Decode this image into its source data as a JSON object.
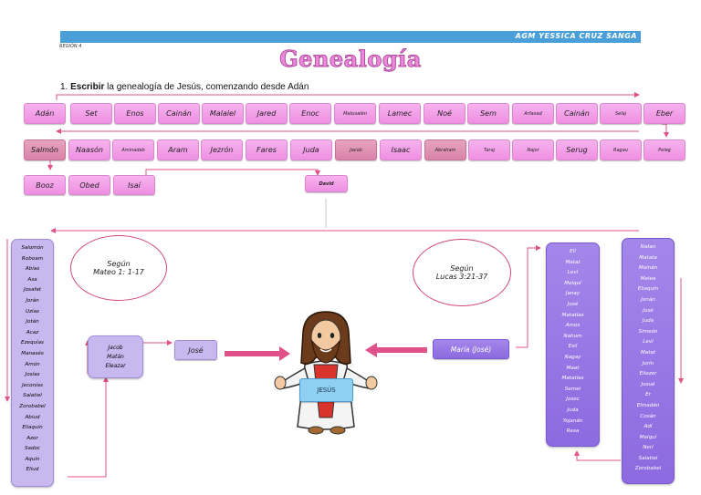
{
  "header": {
    "author": "AGM YESSICA CRUZ SANGA",
    "region": "REGIÓN 4"
  },
  "title": "Genealogía",
  "instruction": {
    "number": "1.",
    "bold": "Escribir",
    "rest": " la genealogía de Jesús, comenzando desde Adán"
  },
  "row1": [
    "Adán",
    "Set",
    "Enos",
    "Cainán",
    "Malalel",
    "Jared",
    "Enoc",
    "Matusalén",
    "Lamec",
    "Noé",
    "Sem",
    "Arfaxad",
    "Cainán",
    "Selaj",
    "Eber"
  ],
  "row2": [
    "Salmón",
    "Naasón",
    "Aminadab",
    "Aram",
    "Jezrón",
    "Fares",
    "Juda",
    "Jacob",
    "Isaac",
    "Abraham",
    "Taraj",
    "Najor",
    "Serug",
    "Ragau",
    "Peleg"
  ],
  "row3": [
    "Booz",
    "Obed",
    "Isaí"
  ],
  "david": "David",
  "matthew": {
    "oval_line1": "Según",
    "oval_line2": "Mateo 1: 1-17",
    "list": [
      "Salomón",
      "Roboam",
      "Abías",
      "Asa",
      "Josafat",
      "Jorán",
      "Uzías",
      "Jotán",
      "Acaz",
      "Ezequías",
      "Manasés",
      "Amón",
      "Josías",
      "Jeconías",
      "Salatiel",
      "Zorobabel",
      "Abiud",
      "Eliaquín",
      "Azor",
      "Sadoc",
      "Aquín",
      "Eliud"
    ],
    "group": [
      "Jacob",
      "Matán",
      "Eleazar"
    ],
    "joseph": "José"
  },
  "luke": {
    "oval_line1": "Según",
    "oval_line2": "Lucas 3:21-37",
    "list1": [
      "Elí",
      "Matat",
      "Leví",
      "Melquí",
      "Janay",
      "José",
      "Matatías",
      "Amos",
      "Nahum",
      "Eslí",
      "Nagay",
      "Maat",
      "Matatías",
      "Semei",
      "Josec",
      "Juda",
      "Yojanán",
      "Resa"
    ],
    "list2": [
      "Natan",
      "Matata",
      "Mainán",
      "Melea",
      "Eliaquín",
      "Jonán",
      "José",
      "Juda",
      "Simeón",
      "Leví",
      "Matat",
      "Jorín",
      "Eliezer",
      "Josué",
      "Er",
      "Elmadán",
      "Cosán",
      "Adí",
      "Melquí",
      "Nerí",
      "Salatiel",
      "Zorobabel"
    ],
    "mary": "María (José)"
  },
  "jesus": "JESÚS",
  "colors": {
    "pink": "#ee8fe2",
    "violet": "#8c6ae0",
    "lilac": "#c9b8f0",
    "arrow": "#e2508a",
    "header": "#4a9fd8"
  }
}
